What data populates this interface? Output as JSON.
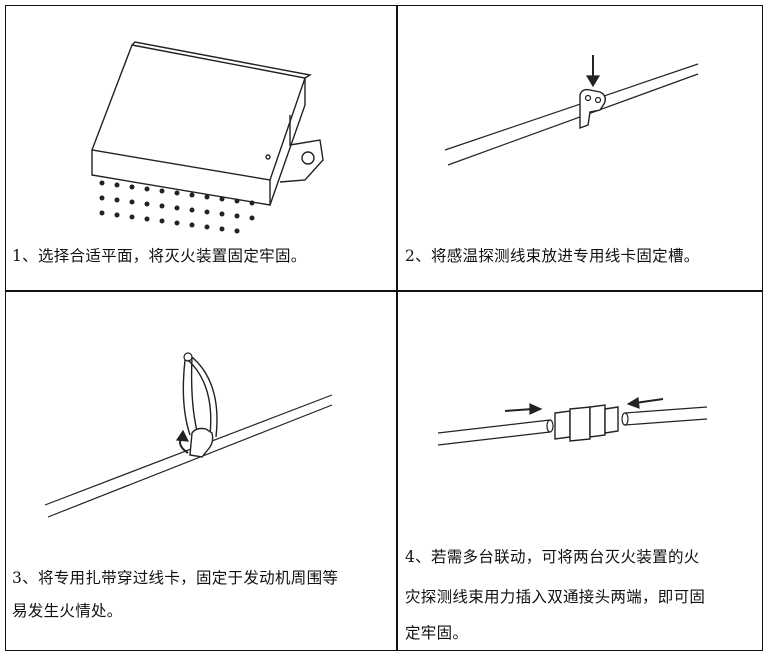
{
  "steps": [
    {
      "text": "1、选择合适平面，将灭火装置固定牢固。"
    },
    {
      "text": "2、将感温探测线束放进专用线卡固定槽。"
    },
    {
      "text_line1": "3、将专用扎带穿过线卡，固定于发动机周围等",
      "text_line2": "易发生火情处。"
    },
    {
      "text_line1": "4、若需多台联动，可将两台灭火装置的火",
      "text_line2": "灾探测线束用力插入双通接头两端，即可固",
      "text_line3": "定牢固。"
    }
  ]
}
